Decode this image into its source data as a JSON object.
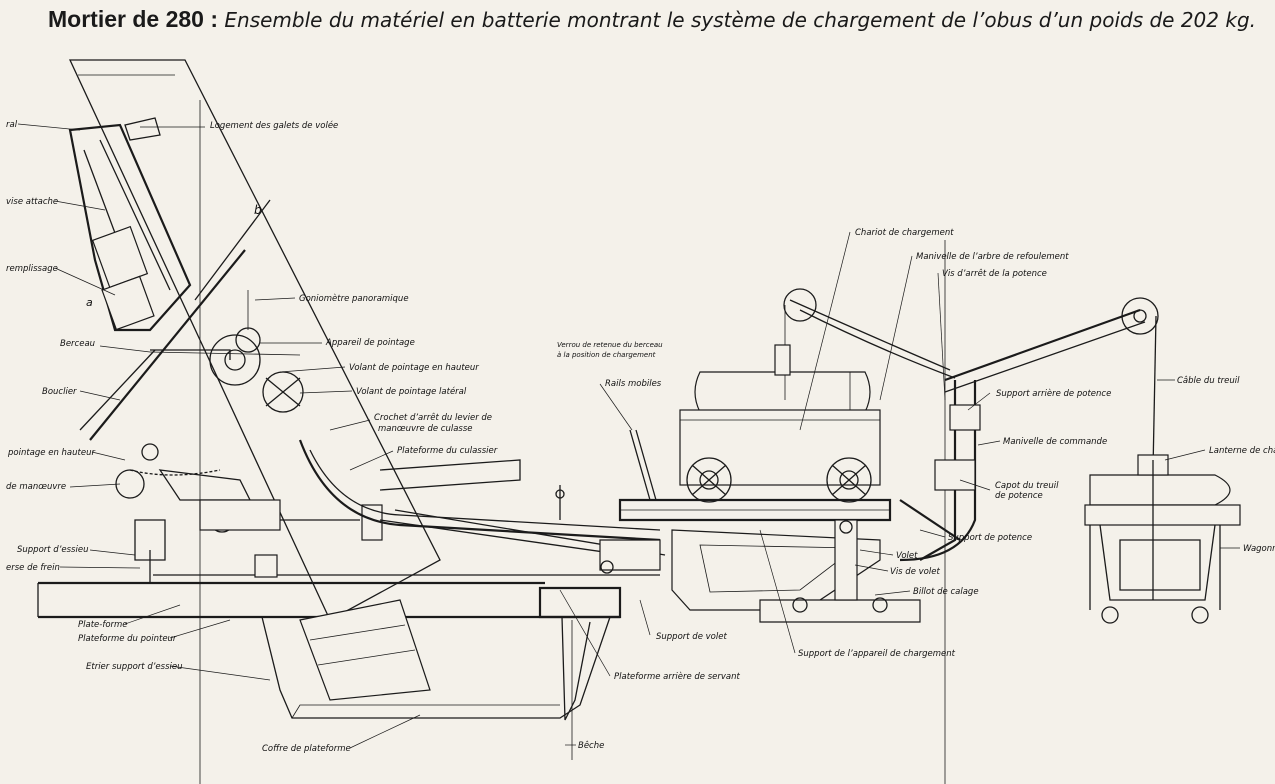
{
  "title": {
    "bold": "Mortier de 280 :",
    "italic": "Ensemble du matériel en batterie montrant le système de chargement de l’obus d’un poids de 202 kg."
  },
  "labels": {
    "tourillon_partial": "ral",
    "logement_galets": "Logement des galets de volée",
    "vis_attache_partial": "vise attache",
    "b": "b",
    "remplissage_partial": "remplissage",
    "a": "a",
    "goniometre": "Goniomètre panoramique",
    "berceau": "Berceau",
    "appareil_pointage": "Appareil de pointage",
    "volant_hauteur": "Volant de pointage en hauteur",
    "bouclier": "Bouclier",
    "volant_lateral": "Volant de pointage latéral",
    "crochet_1": "Crochet d’arrêt du levier de",
    "crochet_2": "manœuvre de culasse",
    "pointage_hauteur_partial": "pointage en hauteur",
    "plateforme_culassier": "Plateforme du culassier",
    "manoeuvre_partial": "de manœuvre",
    "support_essieu": "Support d’essieu",
    "frein_partial": "erse de frein",
    "plate_forme": "Plate-forme",
    "plateforme_pointeur": "Plateforme du pointeur",
    "etrier": "Etrier support d’essieu",
    "coffre": "Coffre de plateforme",
    "beche": "Bêche",
    "plateforme_arriere": "Plateforme arrière de servant",
    "verrou_1": "Verrou de retenue du berceau",
    "verrou_2": "à la position de chargement",
    "rails_mobiles": "Rails mobiles",
    "support_volet": "Support de volet",
    "chariot": "Chariot de chargement",
    "manivelle_refoulement": "Manivelle de l’arbre de refoulement",
    "vis_arret_potence": "Vis d’arrêt de la potence",
    "support_arriere_potence": "Support arrière de potence",
    "manivelle_commande": "Manivelle de commande",
    "capot_1": "Capot du treuil",
    "capot_2": "de potence",
    "support_potence": "Support de potence",
    "volet": "Volet",
    "vis_volet": "Vis de volet",
    "billot": "Billot de calage",
    "support_appareil": "Support de l’appareil de chargement",
    "cable_treuil": "Câble du treuil",
    "lanterne_partial": "Lanterne de cha",
    "wagonnet_partial": "Wagonn"
  }
}
